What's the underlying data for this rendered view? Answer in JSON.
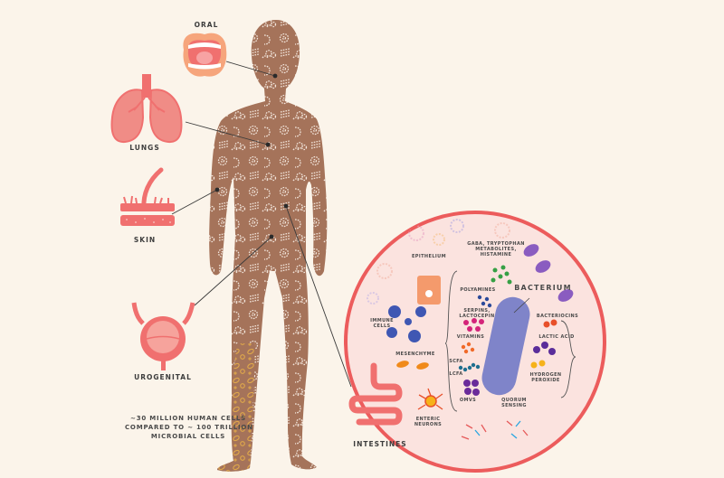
{
  "colors": {
    "background": "#fbf4ea",
    "body_fill": "#a5735a",
    "microbe_pattern": "#f3e6dc",
    "leg_pattern": "#e0a84a",
    "organ_red": "#f0706f",
    "organ_light": "#f59b94",
    "circle_fill": "#fbe3df",
    "circle_border": "#ec5c5c",
    "bacterium": "#7f84c9",
    "connector_line": "#3a3a3a"
  },
  "organs": {
    "oral": "ORAL",
    "lungs": "LUNGS",
    "skin": "SKIN",
    "urogenital": "UROGENITAL",
    "intestines": "INTESTINES"
  },
  "stat": {
    "lines": [
      "~30 MILLION HUMAN CELLS",
      "COMPARED TO ~ 100 TRILLION",
      "MICROBIAL CELLS"
    ]
  },
  "zoom_circle": {
    "bacterium": "BACTERIUM",
    "host_cells": {
      "epithelium": "EPITHELIUM",
      "immune_cells": "IMMUNE\nCELLS",
      "mesenchyme": "MESENCHYME",
      "enteric_neurons": "ENTERIC\nNEURONS"
    },
    "host_directed_products": {
      "gaba": "GABA, TRYPTOPHAN\nMETABOLITES,\nHISTAMINE",
      "polyamines": "POLYAMINES",
      "serpins": "SERPINS,\nLACTOCEPIN",
      "vitamins": "VITAMINS",
      "scfa": "SCFA",
      "lcfa": "LCFA",
      "omvs": "OMVS"
    },
    "microbe_directed_products": {
      "bacteriocins": "BACTERIOCINS",
      "lactic_acid": "LACTIC ACID",
      "hydrogen_peroxide": "HYDROGEN\nPEROXIDE",
      "quorum_sensing": "QUORUM\nSENSING"
    }
  }
}
